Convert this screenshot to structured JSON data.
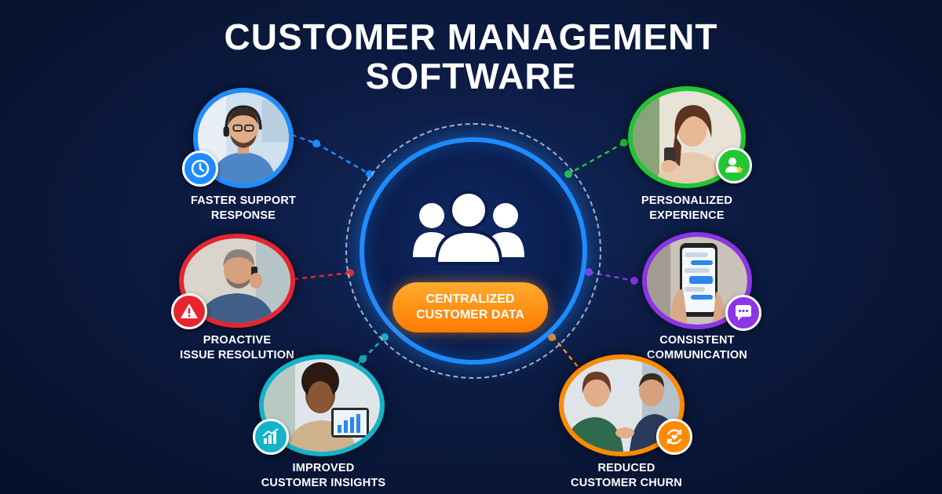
{
  "title": {
    "line1": "CUSTOMER MANAGEMENT",
    "line2": "SOFTWARE"
  },
  "hub": {
    "label_line1": "CENTRALIZED",
    "label_line2": "CUSTOMER DATA",
    "icon": "users-group-icon",
    "ring_color": "#1e8cff",
    "pill_color": "#ff8a00"
  },
  "benefits": [
    {
      "id": "faster-support",
      "line1": "FASTER SUPPORT",
      "line2": "RESPONSE",
      "color": "#1e8cff",
      "icon": "clock-icon",
      "photo": "support-agent-headset-photo"
    },
    {
      "id": "personalized",
      "line1": "PERSONALIZED",
      "line2": "EXPERIENCE",
      "color": "#22c532",
      "icon": "user-star-icon",
      "photo": "woman-using-phone-photo"
    },
    {
      "id": "proactive",
      "line1": "PROACTIVE",
      "line2": "ISSUE RESOLUTION",
      "color": "#e8242f",
      "icon": "warning-icon",
      "photo": "man-on-phone-call-photo"
    },
    {
      "id": "consistent",
      "line1": "CONSISTENT",
      "line2": "COMMUNICATION",
      "color": "#8b35e6",
      "icon": "chat-bubble-icon",
      "photo": "hand-holding-phone-chat-photo"
    },
    {
      "id": "insights",
      "line1": "IMPROVED",
      "line2": "CUSTOMER INSIGHTS",
      "color": "#14b3c8",
      "icon": "bar-chart-icon",
      "photo": "woman-with-tablet-charts-photo"
    },
    {
      "id": "churn",
      "line1": "REDUCED",
      "line2": "CUSTOMER CHURN",
      "color": "#ff8a00",
      "icon": "refresh-heart-icon",
      "photo": "business-handshake-photo"
    }
  ]
}
